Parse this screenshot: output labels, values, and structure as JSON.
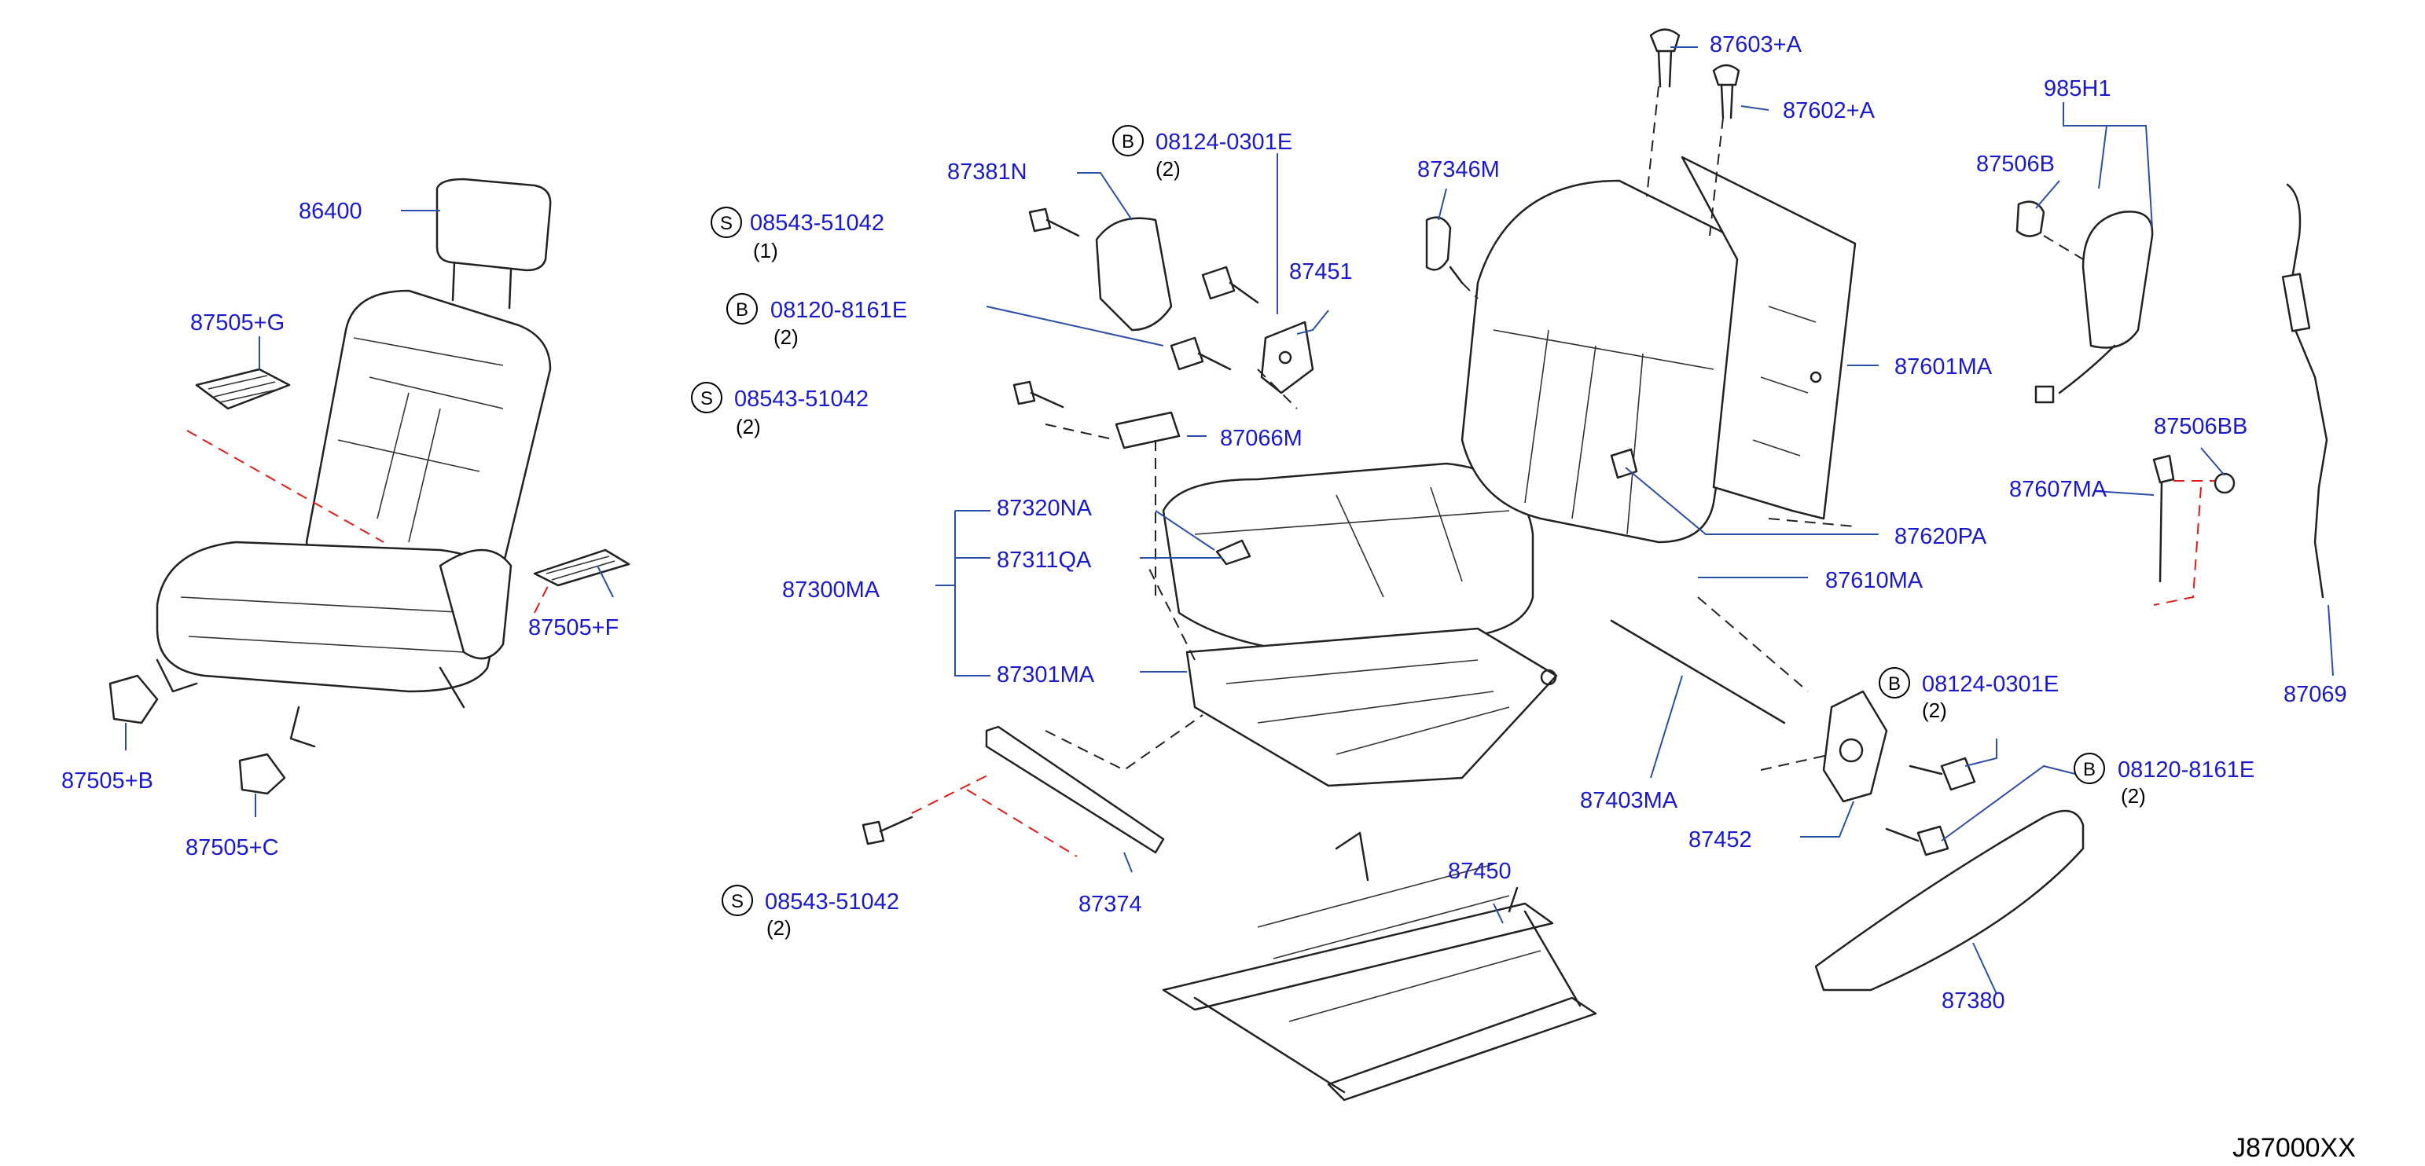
{
  "diagram_code": "J87000XX",
  "labels": {
    "p86400": "86400",
    "p87505g": "87505+G",
    "p87505b": "87505+B",
    "p87505c": "87505+C",
    "p87505f": "87505+F",
    "p87381n": "87381N",
    "p87451": "87451",
    "p87066m": "87066M",
    "p87320na": "87320NA",
    "p87311qa": "87311QA",
    "p87300ma": "87300MA",
    "p87301ma": "87301MA",
    "p87374": "87374",
    "p87450": "87450",
    "p87603a": "87603+A",
    "p87602a": "87602+A",
    "p87346m": "87346M",
    "p87601ma": "87601MA",
    "p87620pa": "87620PA",
    "p87610ma": "87610MA",
    "p87403ma": "87403MA",
    "p87452": "87452",
    "p87380": "87380",
    "p985h1": "985H1",
    "p87506b": "87506B",
    "p87506bb": "87506BB",
    "p87607ma": "87607MA",
    "p87069": "87069"
  },
  "fasteners": [
    {
      "letter": "S",
      "code": "08543-51042",
      "qty": "(1)"
    },
    {
      "letter": "B",
      "code": "08120-8161E",
      "qty": "(2)"
    },
    {
      "letter": "S",
      "code": "08543-51042",
      "qty": "(2)"
    },
    {
      "letter": "B",
      "code": "08124-0301E",
      "qty": "(2)"
    },
    {
      "letter": "S",
      "code": "08543-51042",
      "qty": "(2)"
    },
    {
      "letter": "B",
      "code": "08124-0301E",
      "qty": "(2)"
    },
    {
      "letter": "B",
      "code": "08120-8161E",
      "qty": "(2)"
    }
  ]
}
